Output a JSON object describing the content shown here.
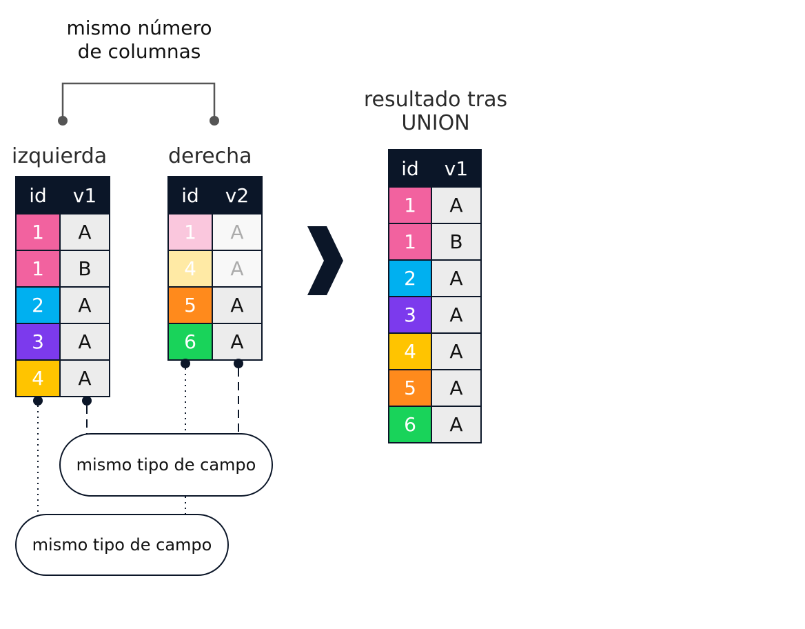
{
  "labels": {
    "top_line1": "mismo número",
    "top_line2": "de columnas",
    "left_title": "izquierda",
    "right_title": "derecha",
    "result_line1": "resultado tras",
    "result_line2": "UNION"
  },
  "left_table": {
    "headers": [
      "id",
      "v1"
    ],
    "rows": [
      {
        "id": "1",
        "v": "A",
        "color": "#f2629f"
      },
      {
        "id": "1",
        "v": "B",
        "color": "#f2629f"
      },
      {
        "id": "2",
        "v": "A",
        "color": "#00b0f0"
      },
      {
        "id": "3",
        "v": "A",
        "color": "#7c3aed"
      },
      {
        "id": "4",
        "v": "A",
        "color": "#ffc400"
      }
    ]
  },
  "right_table": {
    "headers": [
      "id",
      "v2"
    ],
    "rows": [
      {
        "id": "1",
        "v": "A",
        "color": "#f2629f",
        "faded": true
      },
      {
        "id": "4",
        "v": "A",
        "color": "#ffc400",
        "faded": true
      },
      {
        "id": "5",
        "v": "A",
        "color": "#ff8a1c"
      },
      {
        "id": "6",
        "v": "A",
        "color": "#19d35a"
      }
    ]
  },
  "result_table": {
    "headers": [
      "id",
      "v1"
    ],
    "rows": [
      {
        "id": "1",
        "v": "A",
        "color": "#f2629f"
      },
      {
        "id": "1",
        "v": "B",
        "color": "#f2629f"
      },
      {
        "id": "2",
        "v": "A",
        "color": "#00b0f0"
      },
      {
        "id": "3",
        "v": "A",
        "color": "#7c3aed"
      },
      {
        "id": "4",
        "v": "A",
        "color": "#ffc400"
      },
      {
        "id": "5",
        "v": "A",
        "color": "#ff8a1c"
      },
      {
        "id": "6",
        "v": "A",
        "color": "#19d35a"
      }
    ]
  },
  "callouts": {
    "upper": "mismo tipo de campo",
    "lower": "mismo tipo de campo"
  },
  "colors": {
    "header_bg": "#0b1628",
    "value_bg": "#ececec",
    "connector": "#555555"
  }
}
